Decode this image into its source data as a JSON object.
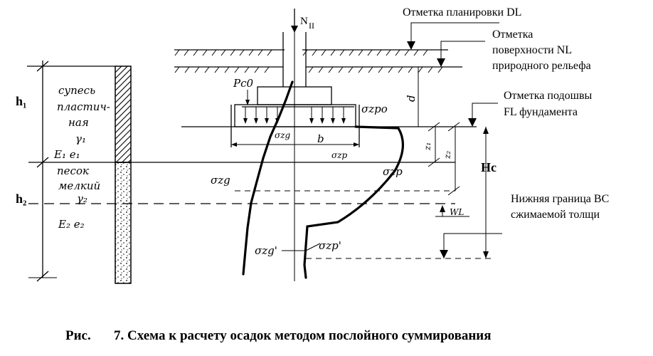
{
  "annotations": {
    "dl": "Отметка планировки DL",
    "nl_line1": "Отметка",
    "nl_line2": "поверхности NL",
    "nl_line3": "природного рельефа",
    "fl_line1": "Отметка подошвы",
    "fl_line2": "FL фундамента",
    "bc_line1": "Нижняя граница ВС",
    "bc_line2": "сжимаемой толщи"
  },
  "labels": {
    "h1": "h₁",
    "h2": "h₂",
    "hc": "Hc",
    "load": "N",
    "load_sub": "II",
    "d": "d",
    "b": "b",
    "z1": "z₁",
    "z2": "z₂",
    "wl": "WL",
    "p_c0": "Pc0",
    "sigma_zpo": "σzpo",
    "sigma_zg": "σzg",
    "sigma_zp": "σzp",
    "sigma_zg_prime": "σzg'",
    "sigma_zp_prime": "σzp'",
    "sigma_zp_small": "σzp",
    "sigma_zg_small": "σzg"
  },
  "soil": {
    "layer1_l1": "супесь",
    "layer1_l2": "пластич-",
    "layer1_l3": "ная",
    "layer1_gamma": "γ₁",
    "layer1_props": "E₁ e₁",
    "layer2_l1": "песок",
    "layer2_l2": "мелкий",
    "layer2_gamma": "γ₂",
    "layer2_props": "E₂  e₂"
  },
  "caption": {
    "prefix": "Рис.",
    "text": "7. Схема к расчету осадок методом послойного суммирования"
  }
}
